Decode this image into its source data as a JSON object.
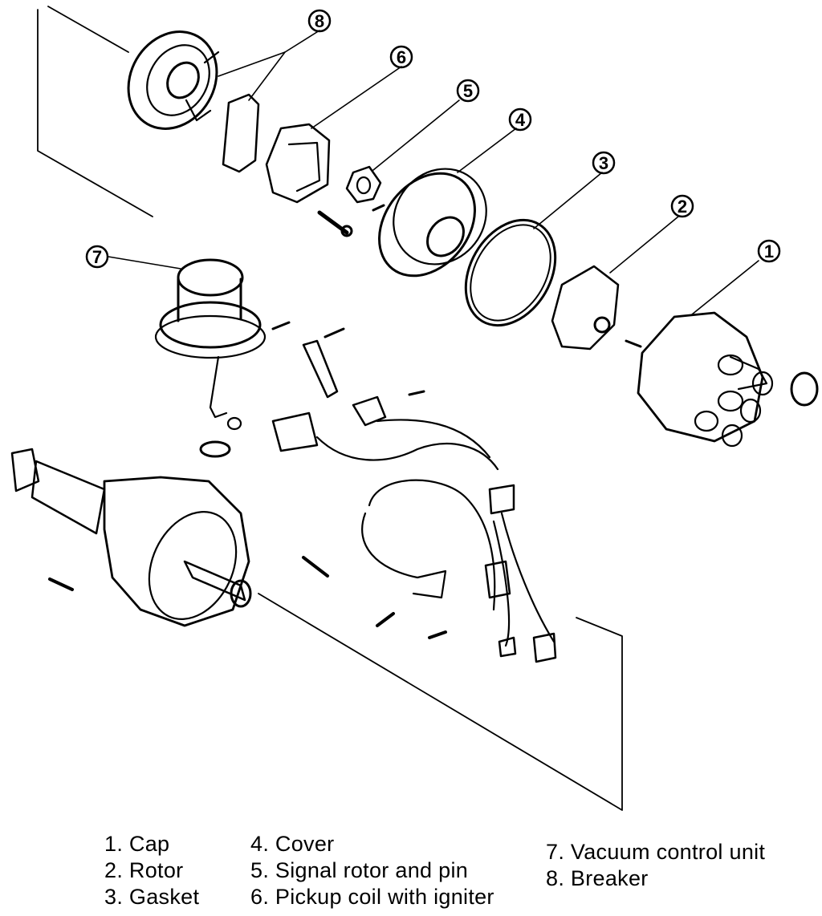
{
  "callouts": [
    {
      "num": "1"
    },
    {
      "num": "2"
    },
    {
      "num": "3"
    },
    {
      "num": "4"
    },
    {
      "num": "5"
    },
    {
      "num": "6"
    },
    {
      "num": "7"
    },
    {
      "num": "8"
    }
  ],
  "legend": {
    "column1": [
      "1. Cap",
      "2. Rotor",
      "3. Gasket"
    ],
    "column2": [
      "4. Cover",
      "5. Signal rotor and pin",
      "6. Pickup coil with igniter"
    ],
    "column3": [
      "7. Vacuum control unit",
      "8. Breaker"
    ]
  }
}
